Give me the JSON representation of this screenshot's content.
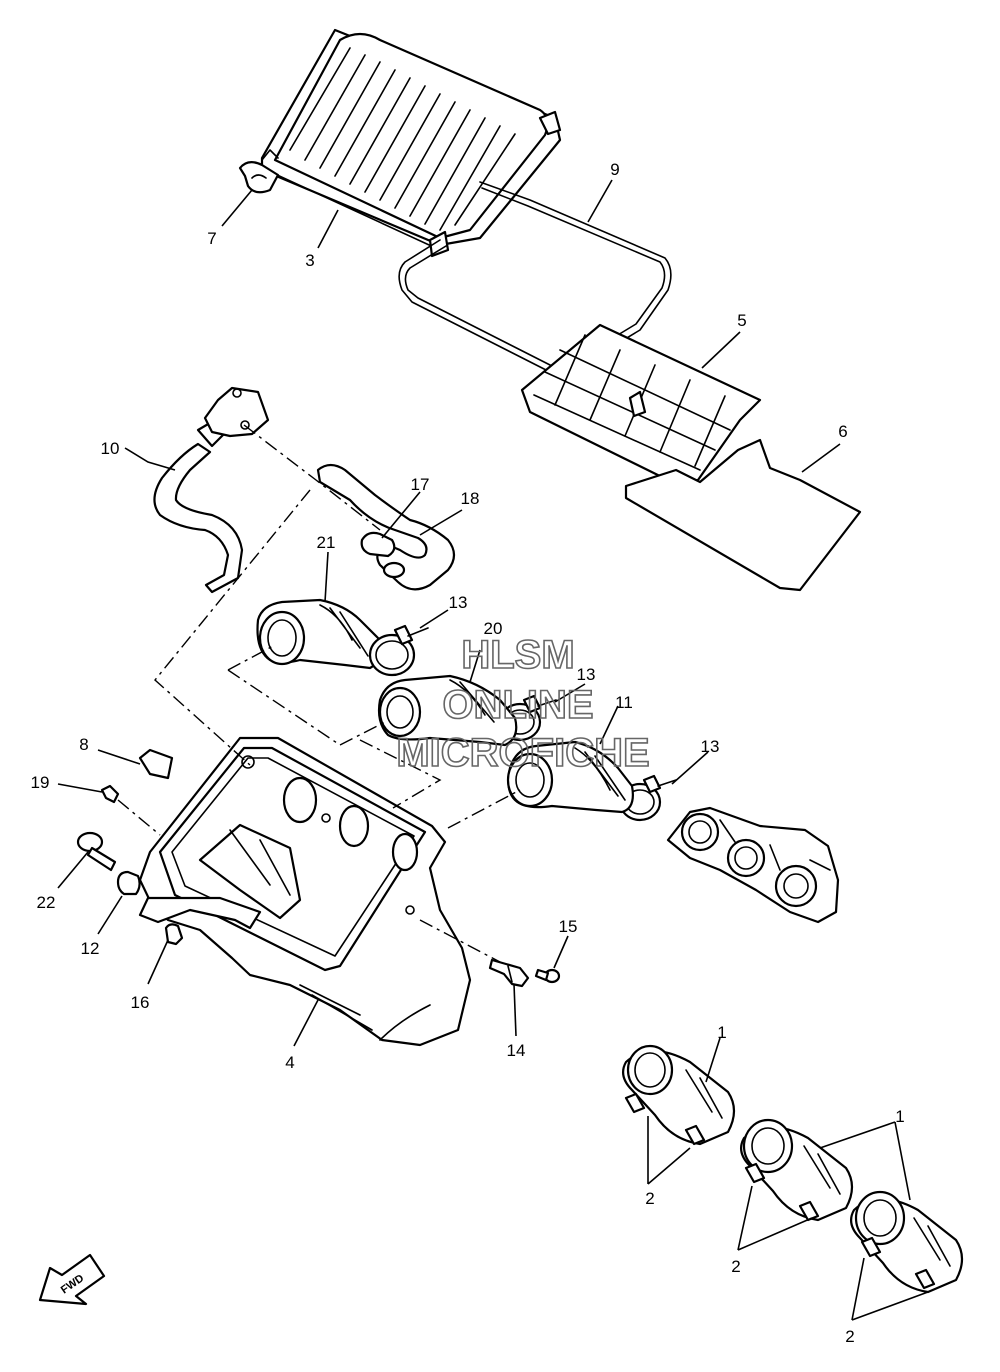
{
  "diagram": {
    "callouts": {
      "c1": "1",
      "c1b": "1",
      "c2": "2",
      "c2b": "2",
      "c2c": "2",
      "c3": "3",
      "c4": "4",
      "c5": "5",
      "c6": "6",
      "c7": "7",
      "c8": "8",
      "c9": "9",
      "c10": "10",
      "c11": "11",
      "c12": "12",
      "c13a": "13",
      "c13b": "13",
      "c13c": "13",
      "c14": "14",
      "c15": "15",
      "c16": "16",
      "c17": "17",
      "c18": "18",
      "c19": "19",
      "c20": "20",
      "c21": "21",
      "c22": "22"
    },
    "direction_badge": "FWD",
    "watermark": {
      "line1": "HLSM",
      "line2": "ONLINE",
      "line3": "MICROFICHE",
      "color": "#666666"
    }
  }
}
